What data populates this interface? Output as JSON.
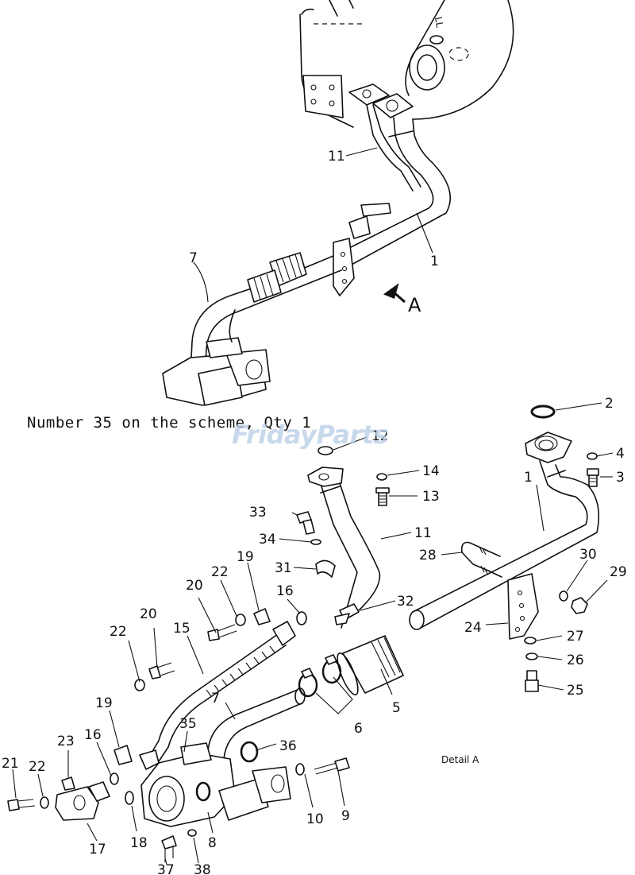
{
  "caption": "Number 35 on the scheme, Qty 1",
  "watermark": "FridayParts",
  "view_marker": "A",
  "detail_label": "Detail A",
  "callouts": {
    "c1a": "1",
    "c11a": "11",
    "c7a": "7",
    "c2": "2",
    "c4": "4",
    "c3": "3",
    "c1b": "1",
    "c12": "12",
    "c14": "14",
    "c13": "13",
    "c11b": "11",
    "c33": "33",
    "c34": "34",
    "c28": "28",
    "c30": "30",
    "c29": "29",
    "c31": "31",
    "c19a": "19",
    "c22a": "22",
    "c20a": "20",
    "c16a": "16",
    "c32": "32",
    "c24": "24",
    "c27": "27",
    "c26": "26",
    "c25": "25",
    "c20b": "20",
    "c22b": "22",
    "c15": "15",
    "c5": "5",
    "c6": "6",
    "c7b": "7",
    "c35": "35",
    "c36": "36",
    "c19b": "19",
    "c16b": "16",
    "c23": "23",
    "c21": "21",
    "c22c": "22",
    "c17": "17",
    "c18": "18",
    "c8": "8",
    "c37": "37",
    "c38": "38",
    "c10": "10",
    "c9": "9"
  }
}
